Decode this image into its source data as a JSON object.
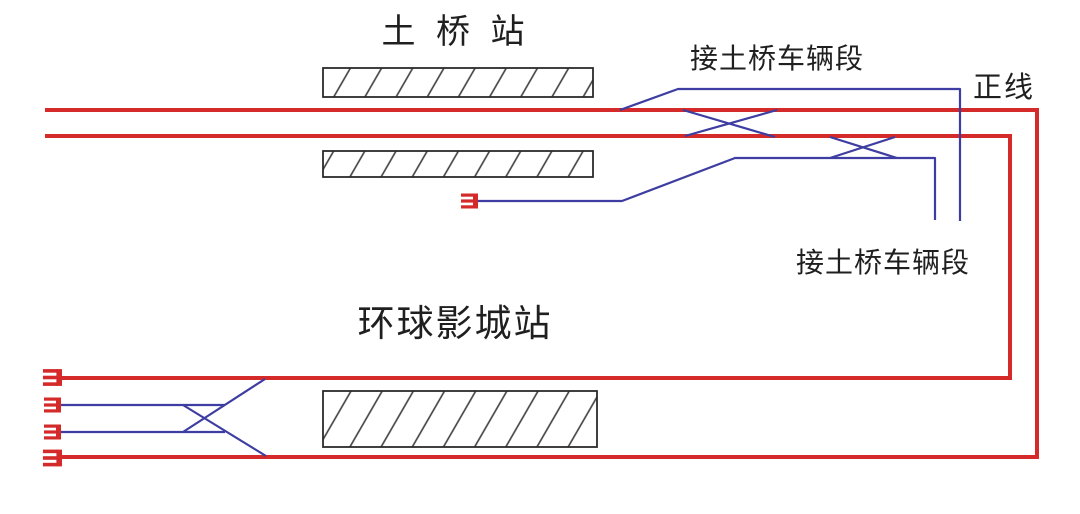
{
  "colors": {
    "main_line": "#d42a2a",
    "siding_line": "#3d3da2",
    "ink": "#1f1f1f",
    "hatch": "#3f3f3f",
    "platform_border": "#2b2b2b",
    "buffer_stop": "#d42a2a",
    "bg": "#ffffff"
  },
  "labels": {
    "station_top": "土 桥 站",
    "depot_link_upper": "接土桥车辆段",
    "main_line": "正线",
    "depot_link_lower": "接土桥车辆段",
    "station_bottom": "环球影城站"
  }
}
